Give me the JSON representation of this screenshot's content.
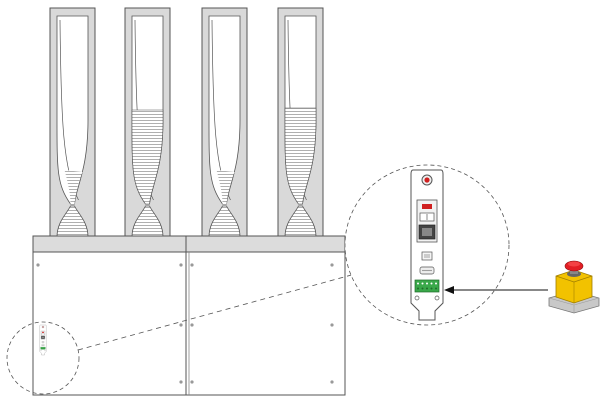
{
  "diagram": {
    "towers": [
      {
        "id": "tower-1"
      },
      {
        "id": "tower-2"
      },
      {
        "id": "tower-3"
      },
      {
        "id": "tower-4"
      }
    ],
    "cabinet": {
      "panels": 2
    },
    "callout": {
      "source": "control-panel",
      "magnified": true
    },
    "accessory": {
      "name": "emergency-stop-button"
    }
  },
  "colors": {
    "tower_fill": "#d9d9d9",
    "tower_inner": "#ffffff",
    "outline": "#555555",
    "cabinet_fill": "#ffffff",
    "cabinet_top": "#dcdcdc",
    "estop_red": "#e31e24",
    "estop_yellow": "#f2c200",
    "estop_base": "#c8c8c8",
    "connector_green": "#3aa84a",
    "indicator_red": "#d02020"
  }
}
